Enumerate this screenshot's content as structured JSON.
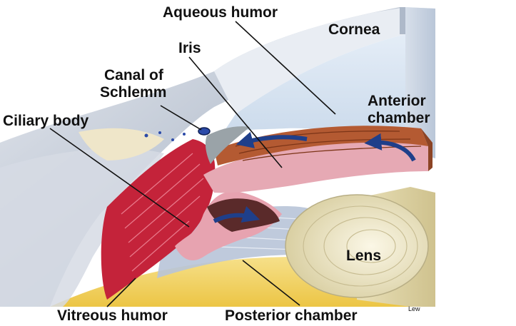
{
  "labels": {
    "aqueous_humor": "Aqueous humor",
    "cornea": "Cornea",
    "iris": "Iris",
    "canal_of_schlemm_1": "Canal of",
    "canal_of_schlemm_2": "Schlemm",
    "anterior_chamber_1": "Anterior",
    "anterior_chamber_2": "chamber",
    "ciliary_body": "Ciliary body",
    "lens": "Lens",
    "vitreous_humor": "Vitreous humor",
    "posterior_chamber": "Posterior chamber",
    "artist_signature": "Lew"
  },
  "colors": {
    "cornea_face": "#c9d4e3",
    "cornea_top": "#e8ecf2",
    "chamber_fill": "#dbe6f3",
    "iris_brown": "#b45a32",
    "iris_pink": "#e6a9b4",
    "ciliary_red": "#c4233a",
    "lens_cream": "#efe7c6",
    "vitreous_yellow": "#f3d66a",
    "sclera_blue": "#aab5c6",
    "flow_arrow": "#1f3f8a"
  },
  "icons": [
    "aqueous-flow-arrow-icon"
  ]
}
